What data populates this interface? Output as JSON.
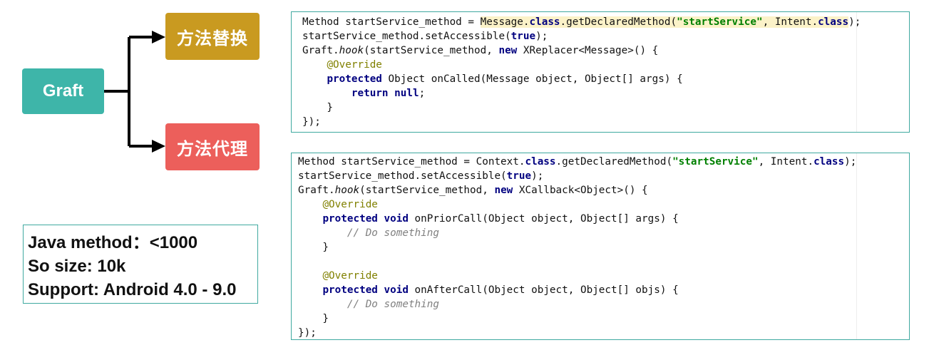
{
  "diagram": {
    "root": "Graft",
    "branch_top": "方法替换",
    "branch_bottom": "方法代理",
    "colors": {
      "root": "#3eb5a9",
      "branch_top": "#c99a20",
      "branch_bottom": "#ec5f5b",
      "border": "#3fa9a0"
    }
  },
  "stats": {
    "java_method": "Java method：<1000",
    "so_size": "So size: 10k",
    "support": "Support: Android 4.0 - 9.0"
  },
  "code_replacer": {
    "l1a": "Method startService_method = ",
    "l1b": "Message.",
    "l1c": "class",
    "l1d": ".getDeclaredMethod(",
    "l1e": "\"startService\"",
    "l1f": ", Intent.",
    "l1g": "class",
    "l1h": ");",
    "l2a": "startService_method.setAccessible(",
    "l2b": "true",
    "l2c": ");",
    "l3a": "Graft.",
    "l3b": "hook",
    "l3c": "(startService_method, ",
    "l3d": "new",
    "l3e": " XReplacer<Message>() {",
    "l4a": "    ",
    "l4b": "@Override",
    "l5a": "    ",
    "l5b": "protected",
    "l5c": " Object onCalled(Message object, Object[] args) {",
    "l6a": "        ",
    "l6b": "return null",
    "l6c": ";",
    "l7": "    }",
    "l8": "});"
  },
  "code_callback": {
    "l1a": "Method startService_method = Context.",
    "l1b": "class",
    "l1c": ".getDeclaredMethod(",
    "l1d": "\"startService\"",
    "l1e": ", Intent.",
    "l1f": "class",
    "l1g": ");",
    "l2a": "startService_method.setAccessible(",
    "l2b": "true",
    "l2c": ");",
    "l3a": "Graft.",
    "l3b": "hook",
    "l3c": "(startService_method, ",
    "l3d": "new",
    "l3e": " XCallback<Object>() {",
    "l4a": "    ",
    "l4b": "@Override",
    "l5a": "    ",
    "l5b": "protected void",
    "l5c": " onPriorCall(Object object, Object[] args) {",
    "l6a": "        ",
    "l6b": "// Do something",
    "l7": "    }",
    "l8": "",
    "l9a": "    ",
    "l9b": "@Override",
    "l10a": "    ",
    "l10b": "protected void",
    "l10c": " onAfterCall(Object object, Object[] objs) {",
    "l11a": "        ",
    "l11b": "// Do something",
    "l12": "    }",
    "l13": "});"
  }
}
